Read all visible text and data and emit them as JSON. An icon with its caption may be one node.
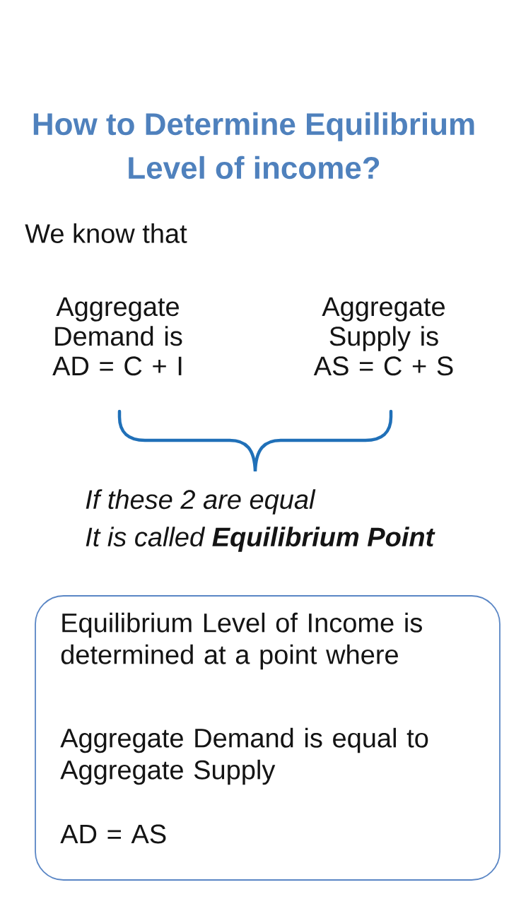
{
  "diagram": {
    "title": "How to Determine Equilibrium Level of income?",
    "nodes": [
      {
        "text": [
          "Equilibrium Level of Income is determined at a point where",
          "Aggregate Demand is equal to Aggregate Supply",
          "AD = AS"
        ]
      }
    ],
    "labels": [
      "We know that",
      "Aggregate Demand is AD = C + I",
      "Aggregate Supply is AS = C + S",
      "If these 2 are equal",
      "It is called **Equilibrium Point**"
    ]
  }
}
